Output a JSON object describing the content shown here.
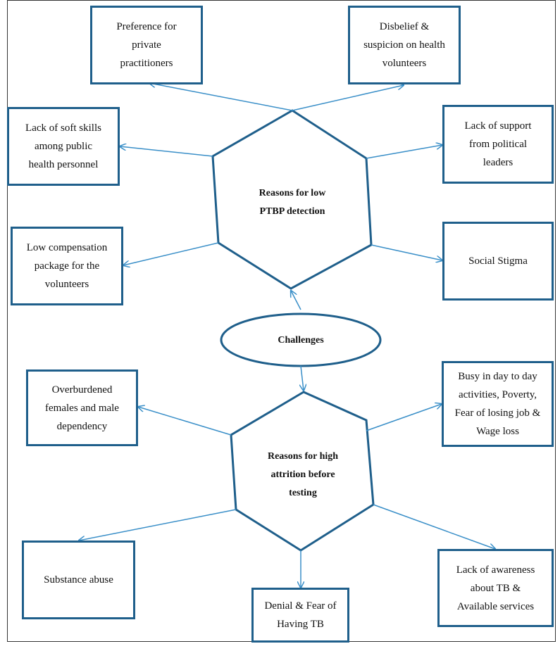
{
  "colors": {
    "border": "#1f5f8b",
    "arrow": "#3a8fc8",
    "frame": "#333333"
  },
  "center": {
    "label": "Challenges"
  },
  "top_hex": {
    "label": "Reasons for low\nPTBP detection"
  },
  "bottom_hex": {
    "label": "Reasons for high\nattrition before\ntesting"
  },
  "top_boxes": {
    "private": "Preference for\nprivate\npractitioners",
    "disbelief": "Disbelief &\nsuspicion on health\nvolunteers",
    "soft_skills": "Lack of soft skills\namong public\nhealth personnel",
    "political": "Lack of support\nfrom political\nleaders",
    "compensation": "Low compensation\npackage for the\nvolunteers",
    "stigma": "Social Stigma"
  },
  "bottom_boxes": {
    "overburdened": "Overburdened\nfemales and male\ndependency",
    "busy": "Busy in day to day\nactivities, Poverty,\nFear of losing job &\nWage loss",
    "substance": "Substance abuse",
    "denial": "Denial & Fear of\nHaving TB",
    "awareness": "Lack of awareness\nabout TB &\nAvailable services"
  }
}
